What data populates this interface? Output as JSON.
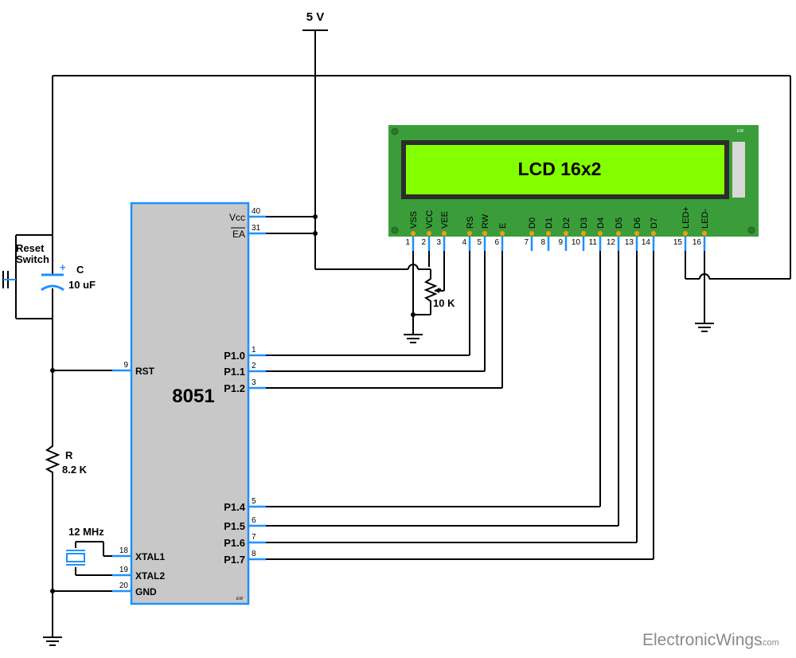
{
  "supply": {
    "label": "5 V"
  },
  "reset": {
    "label_line1": "Reset",
    "label_line2": "Switch"
  },
  "capacitor": {
    "name": "C",
    "value": "10 uF",
    "plus": "+"
  },
  "resistor": {
    "name": "R",
    "value": "8.2 K"
  },
  "crystal": {
    "label": "12 MHz"
  },
  "pot": {
    "value": "10 K"
  },
  "mcu": {
    "name": "8051",
    "mark": "EW",
    "left_pins": [
      {
        "num": "9",
        "label": "RST"
      },
      {
        "num": "18",
        "label": "XTAL1"
      },
      {
        "num": "19",
        "label": "XTAL2"
      },
      {
        "num": "20",
        "label": "GND"
      }
    ],
    "right_pins": [
      {
        "num": "40",
        "label": "Vcc"
      },
      {
        "num": "31",
        "label": "EA"
      },
      {
        "num": "1",
        "label": "P1.0"
      },
      {
        "num": "2",
        "label": "P1.1"
      },
      {
        "num": "3",
        "label": "P1.2"
      },
      {
        "num": "5",
        "label": "P1.4"
      },
      {
        "num": "6",
        "label": "P1.5"
      },
      {
        "num": "7",
        "label": "P1.6"
      },
      {
        "num": "8",
        "label": "P1.7"
      }
    ]
  },
  "lcd": {
    "title": "LCD 16x2",
    "mark": "EW",
    "pins": [
      {
        "num": "1",
        "label": "VSS"
      },
      {
        "num": "2",
        "label": "VCC"
      },
      {
        "num": "3",
        "label": "VEE"
      },
      {
        "num": "4",
        "label": "RS"
      },
      {
        "num": "5",
        "label": "RW"
      },
      {
        "num": "6",
        "label": "E"
      },
      {
        "num": "7",
        "label": "D0"
      },
      {
        "num": "8",
        "label": "D1"
      },
      {
        "num": "9",
        "label": "D2"
      },
      {
        "num": "10",
        "label": "D3"
      },
      {
        "num": "11",
        "label": "D4"
      },
      {
        "num": "12",
        "label": "D5"
      },
      {
        "num": "13",
        "label": "D6"
      },
      {
        "num": "14",
        "label": "D7"
      },
      {
        "num": "15",
        "label": "LED+"
      },
      {
        "num": "16",
        "label": "LED-"
      }
    ]
  },
  "watermark": {
    "brand": "ElectronicWings",
    "suffix": ".com"
  },
  "colors": {
    "lcd_board": "#3a9d3a",
    "lcd_screen": "#84ff00",
    "mcu_body": "#c8c8c8",
    "pin": "#1e90ff",
    "pin_dot": "#ff9a00"
  }
}
